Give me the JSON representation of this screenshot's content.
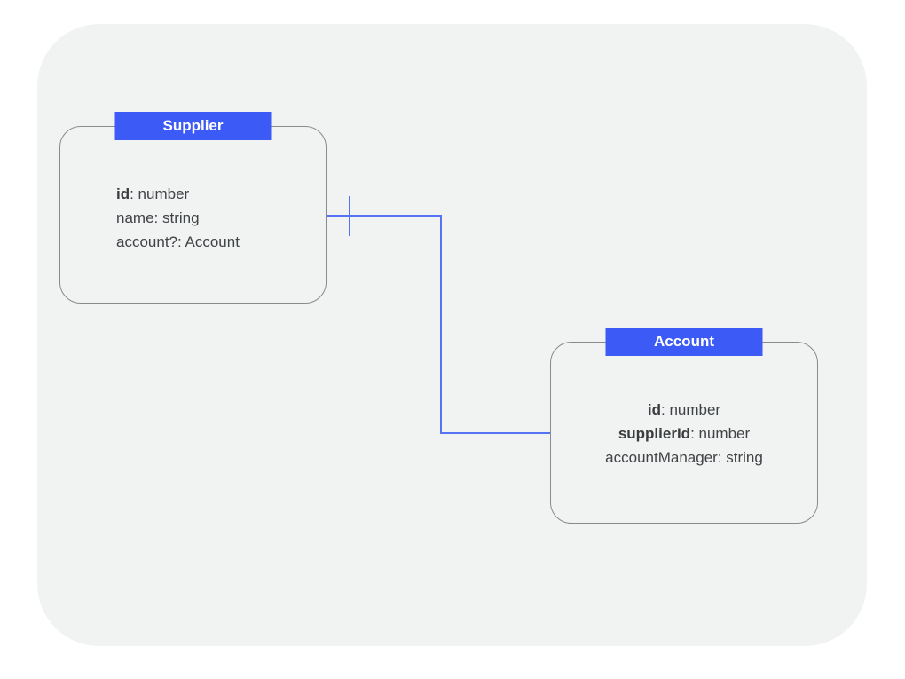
{
  "page": {
    "background": "#ffffff",
    "canvas_background": "#f1f2f2"
  },
  "colors": {
    "entity_header_blue": "#3c5af5",
    "connector_blue": "#5673f6",
    "box_border_gray": "#888a8d",
    "field_text_gray": "#404346",
    "header_text": "#ffffff"
  },
  "entities": [
    {
      "title": "Supplier",
      "fields": [
        {
          "strong": "id",
          "text": ": number"
        },
        {
          "strong": "",
          "text": "name: string"
        },
        {
          "strong": "",
          "text": "account?: Account"
        }
      ]
    },
    {
      "title": "Account",
      "fields": [
        {
          "strong": "id",
          "text": ": number"
        },
        {
          "strong": "supplierId",
          "text": ": number"
        },
        {
          "strong": "",
          "text": "accountManager: string"
        }
      ]
    }
  ],
  "relation": {
    "from": "Supplier",
    "to": "Account",
    "style": "orthogonal",
    "cardinality_marker": "one-tick-near-supplier"
  }
}
